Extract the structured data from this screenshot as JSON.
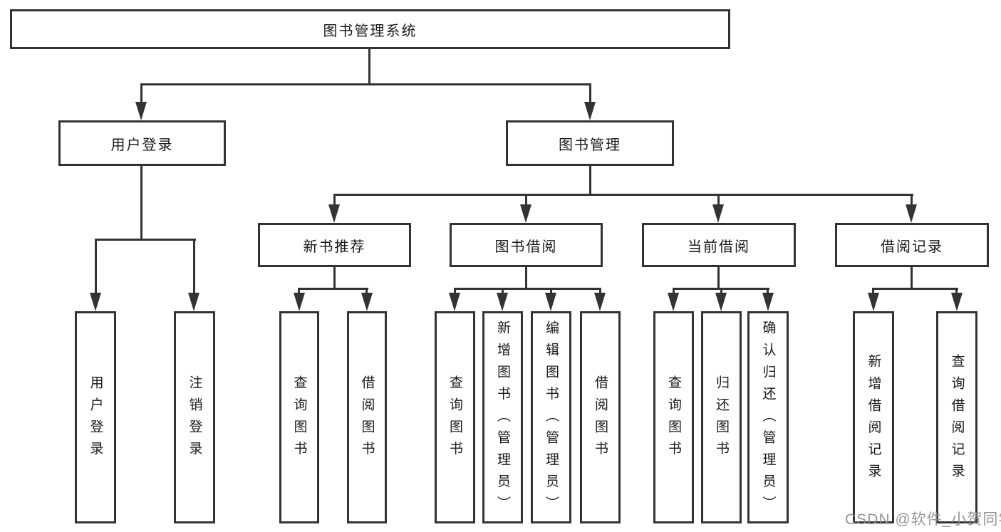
{
  "diagram": {
    "title": "图书管理系统",
    "level2": {
      "user_login": "用户登录",
      "book_mgmt": "图书管理"
    },
    "level3": {
      "new_book": "新书推荐",
      "book_borrow": "图书借阅",
      "current_borrow": "当前借阅",
      "borrow_record": "借阅记录"
    },
    "leaves": {
      "user_login": [
        "用户登录",
        "注销登录"
      ],
      "new_book": [
        "查询图书",
        "借阅图书"
      ],
      "book_borrow": [
        "查询图书",
        "新增图书（管理员）",
        "编辑图书（管理员）",
        "借阅图书"
      ],
      "current_borrow": [
        "查询图书",
        "归还图书",
        "确认归还（管理员）"
      ],
      "borrow_record": [
        "新增借阅记录",
        "查询借阅记录"
      ]
    }
  },
  "watermark": {
    "text": "CSDN @软件_小贺同学"
  },
  "colors": {
    "line": "#333333",
    "text": "#1a1a1a",
    "background": "#ffffff",
    "watermark": "#8c8c8c"
  }
}
